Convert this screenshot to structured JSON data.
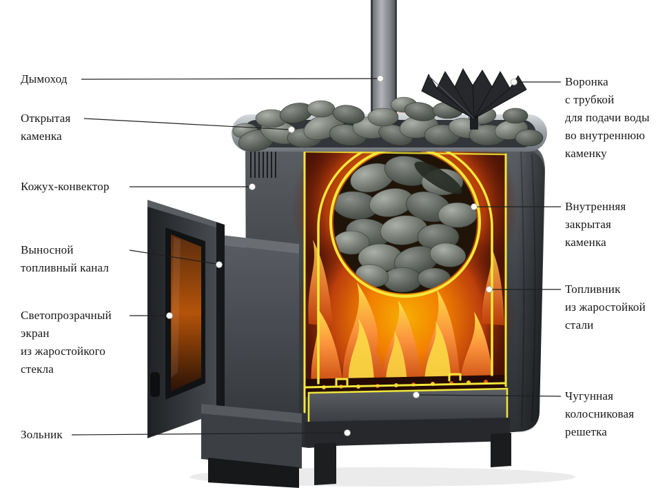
{
  "labels": {
    "left": [
      {
        "text": "Дымоход"
      },
      {
        "text": "Открытая\nкаменка"
      },
      {
        "text": "Кожух-конвектор"
      },
      {
        "text": "Выносной\nтопливный канал"
      },
      {
        "text": "Светопрозрачный\nэкран\nиз жаростойкого\nстекла"
      },
      {
        "text": "Зольник"
      }
    ],
    "right": [
      {
        "text": "Воронка\nс трубкой\nдля подачи воды\nво внутреннюю\nкаменку"
      },
      {
        "text": "Внутренняя\nзакрытая\nкаменка"
      },
      {
        "text": "Топливник\nиз жаростойкой\nстали"
      },
      {
        "text": "Чугунная\nколосниковая\nрешетка"
      }
    ]
  },
  "colors": {
    "callout_highlight": "#f2e73a",
    "fire_orange": "#f97316",
    "metal_gray": "#3c4044",
    "background": "#ffffff"
  }
}
